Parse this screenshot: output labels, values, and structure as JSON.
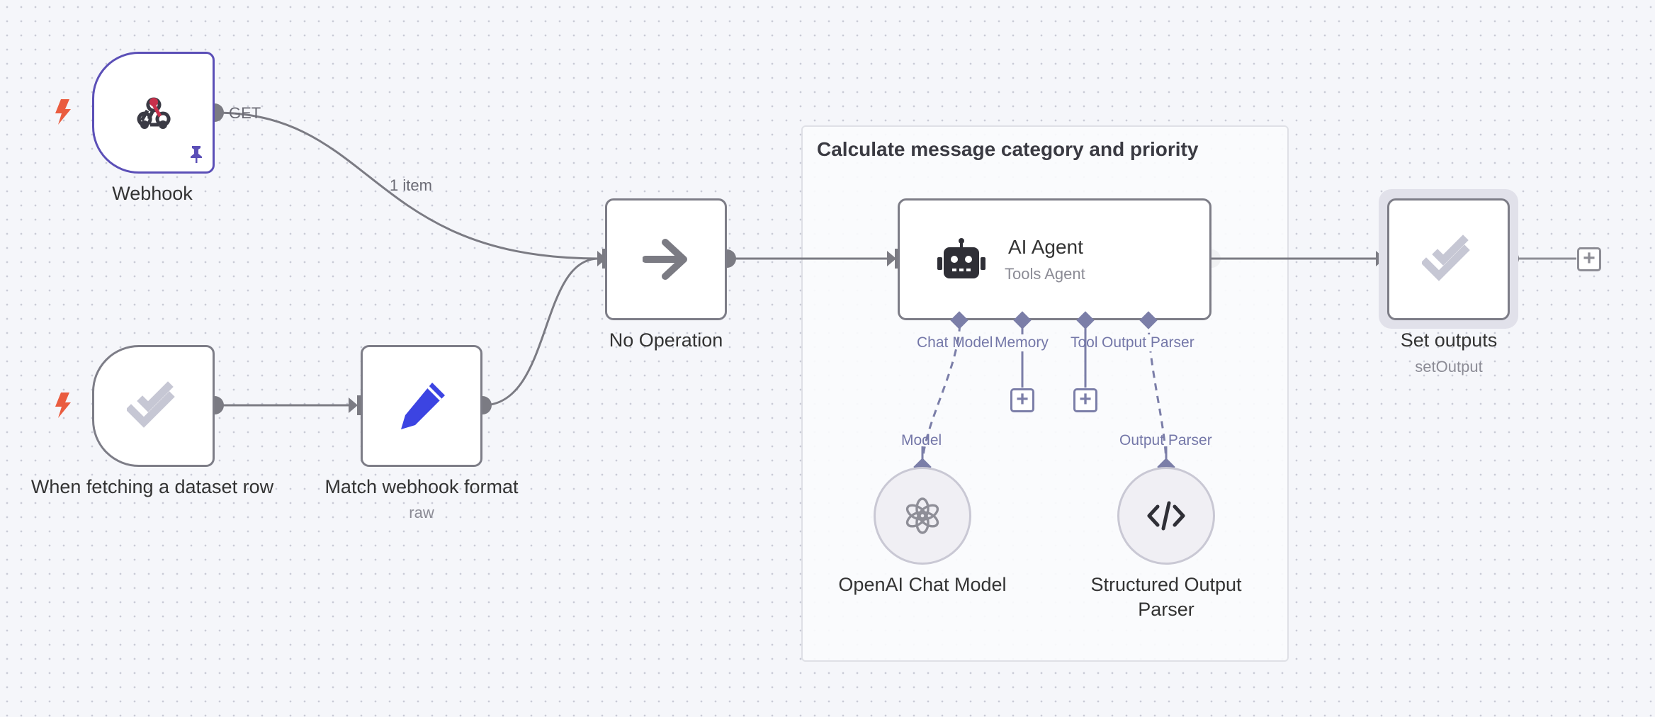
{
  "canvas": {
    "sticky_note": {
      "title": "Calculate message category and priority"
    }
  },
  "nodes": {
    "webhook": {
      "label": "Webhook",
      "icon": "webhook-icon",
      "pinned_icon": "pin-icon",
      "trigger_icon": "lightning-icon"
    },
    "dataset_trigger": {
      "label": "When fetching a dataset row",
      "icon": "evaluation-trigger-icon",
      "trigger_icon": "lightning-icon"
    },
    "match_format": {
      "label": "Match webhook format",
      "subtitle": "raw",
      "icon": "pencil-icon"
    },
    "no_op": {
      "label": "No Operation",
      "icon": "arrow-right-icon"
    },
    "ai_agent": {
      "label": "AI Agent",
      "subtitle": "Tools Agent",
      "icon": "robot-icon"
    },
    "set_outputs": {
      "label": "Set outputs",
      "subtitle": "setOutput",
      "icon": "double-check-icon"
    },
    "openai_model": {
      "label": "OpenAI Chat Model",
      "icon": "openai-icon"
    },
    "output_parser": {
      "label": "Structured Output Parser",
      "icon": "code-icon"
    }
  },
  "handles": {
    "webhook_out": "GET",
    "agent_chat_model": "Chat Model",
    "agent_memory": "Memory",
    "agent_tool": "Tool",
    "agent_output_parser": "Output Parser",
    "model_out": "Model",
    "parser_out": "Output Parser"
  },
  "edges": {
    "webhook_to_noop": "1 item"
  },
  "colors": {
    "accent_purple": "#5b4fb7",
    "connection_purple": "#7b7ea8",
    "trigger_orange": "#ea5c3f",
    "pencil_blue": "#3c44e2",
    "edge_gray": "#7b7b83"
  }
}
